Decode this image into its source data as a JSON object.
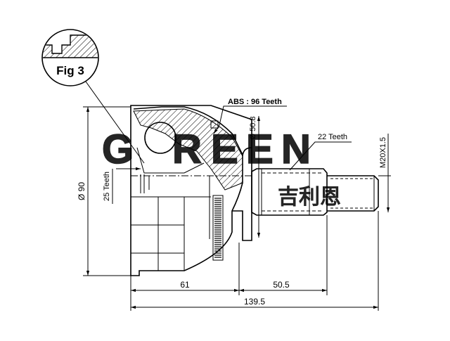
{
  "figure": {
    "detail_label": "Fig 3",
    "watermark_letters": [
      "G",
      "R",
      "E",
      "E",
      "N"
    ],
    "watermark_sub": "吉利恩",
    "abs_label": "ABS : 96 Teeth",
    "outer_spline_label": "22 Teeth",
    "inner_spline_label": "25 Teeth",
    "thread_label": "M20X1.5",
    "seal_diameter_label": "Ø 50.8",
    "body_diameter_label": "Ø 90",
    "dim_body_length": "61",
    "dim_shaft_length": "50.5",
    "dim_total_length": "139.5"
  },
  "colors": {
    "line": "#000000",
    "watermark": "#000000",
    "background": "#ffffff"
  }
}
